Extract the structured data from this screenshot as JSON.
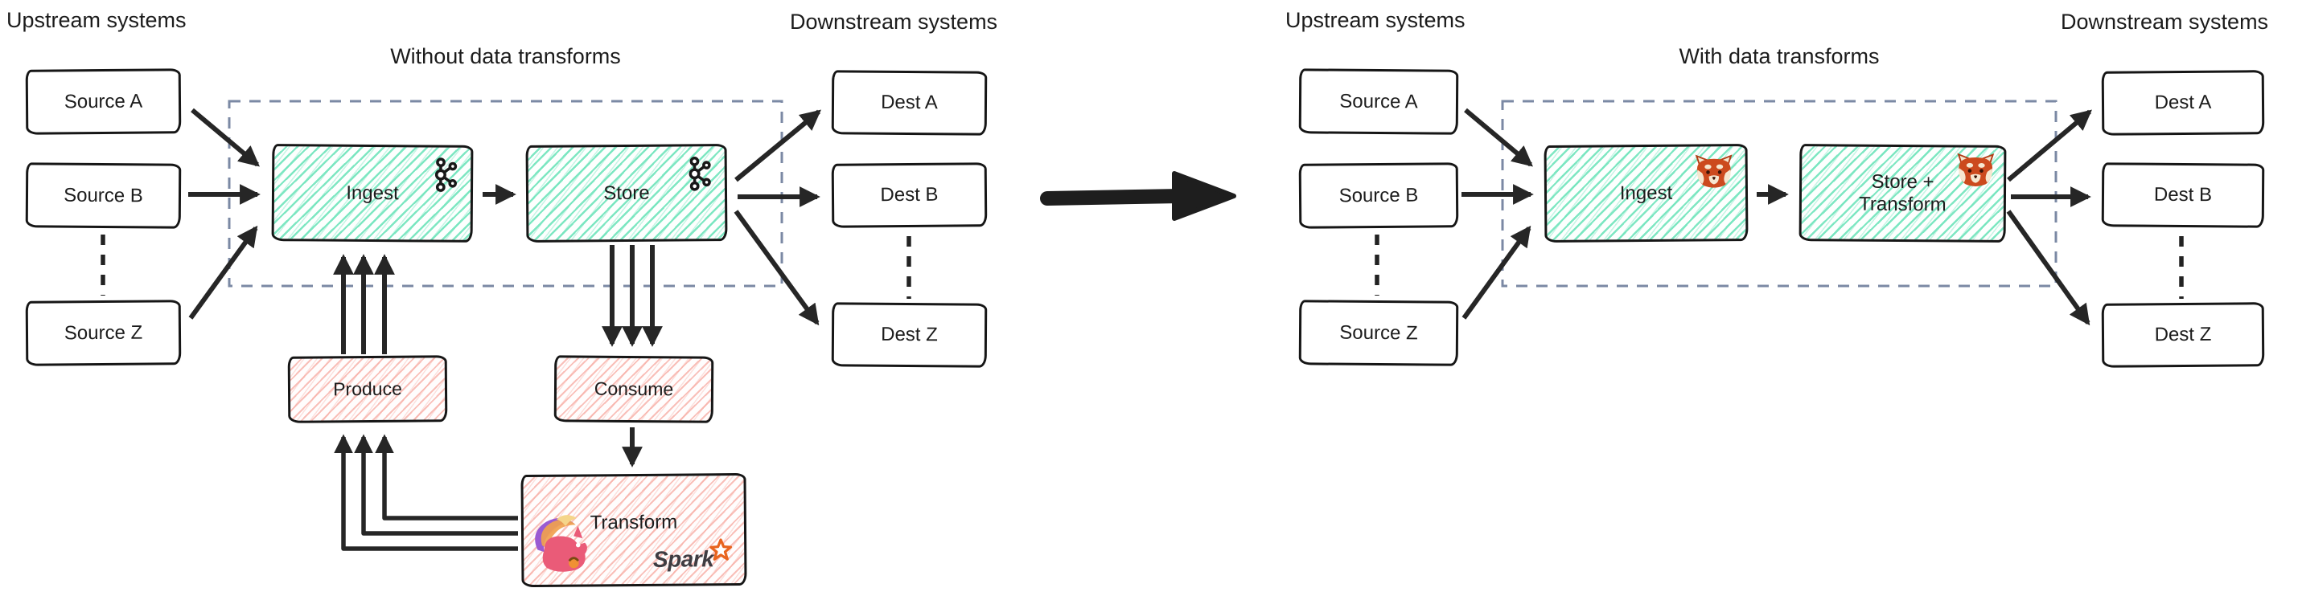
{
  "colors": {
    "ink": "#262626",
    "teal_hatch": "#68e3b8",
    "pink_hatch": "#f69e94",
    "dashed_container": "#7b89a4",
    "spark_orange": "#e8641f",
    "redpanda_orange": "#cc4a1e"
  },
  "left": {
    "upstream_label": "Upstream systems",
    "title": "Without data transforms",
    "downstream_label": "Downstream systems",
    "sources": [
      "Source A",
      "Source B",
      "Source Z"
    ],
    "ingest_label": "Ingest",
    "store_label": "Store",
    "dests": [
      "Dest A",
      "Dest B",
      "Dest Z"
    ],
    "produce_label": "Produce",
    "consume_label": "Consume",
    "transform_label": "Transform",
    "spark_label": "Spark",
    "ingest_icon": "kafka-logo",
    "store_icon": "kafka-logo",
    "transform_icons": [
      "flink-squirrel-logo",
      "spark-logo"
    ]
  },
  "right": {
    "upstream_label": "Upstream systems",
    "title": "With data transforms",
    "downstream_label": "Downstream systems",
    "sources": [
      "Source A",
      "Source B",
      "Source Z"
    ],
    "ingest_label": "Ingest",
    "store_label": "Store +\nTransform",
    "dests": [
      "Dest A",
      "Dest B",
      "Dest Z"
    ],
    "ingest_icon": "redpanda-logo",
    "store_icon": "redpanda-logo"
  }
}
